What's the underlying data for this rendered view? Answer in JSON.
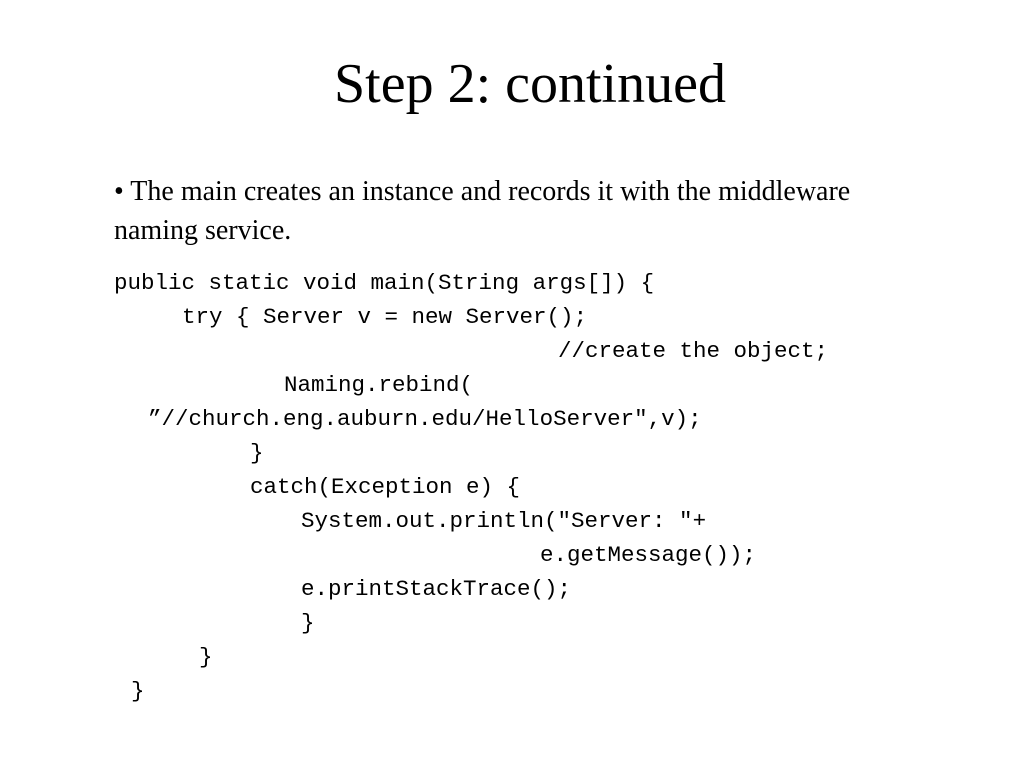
{
  "slide": {
    "title": "Step 2:  continued",
    "bullet": "• The main creates an instance and records it with the middleware naming service.",
    "code_lines": [
      "public static void main(String args[]) {",
      "try { Server v = new Server();",
      "//create the object;",
      "Naming.rebind(",
      "”//church.eng.auburn.edu/HelloServer\",v);",
      "}",
      "catch(Exception e) {",
      "System.out.println(\"Server: \"+",
      "e.getMessage());",
      "e.printStackTrace();",
      "}",
      "}",
      "}"
    ]
  }
}
